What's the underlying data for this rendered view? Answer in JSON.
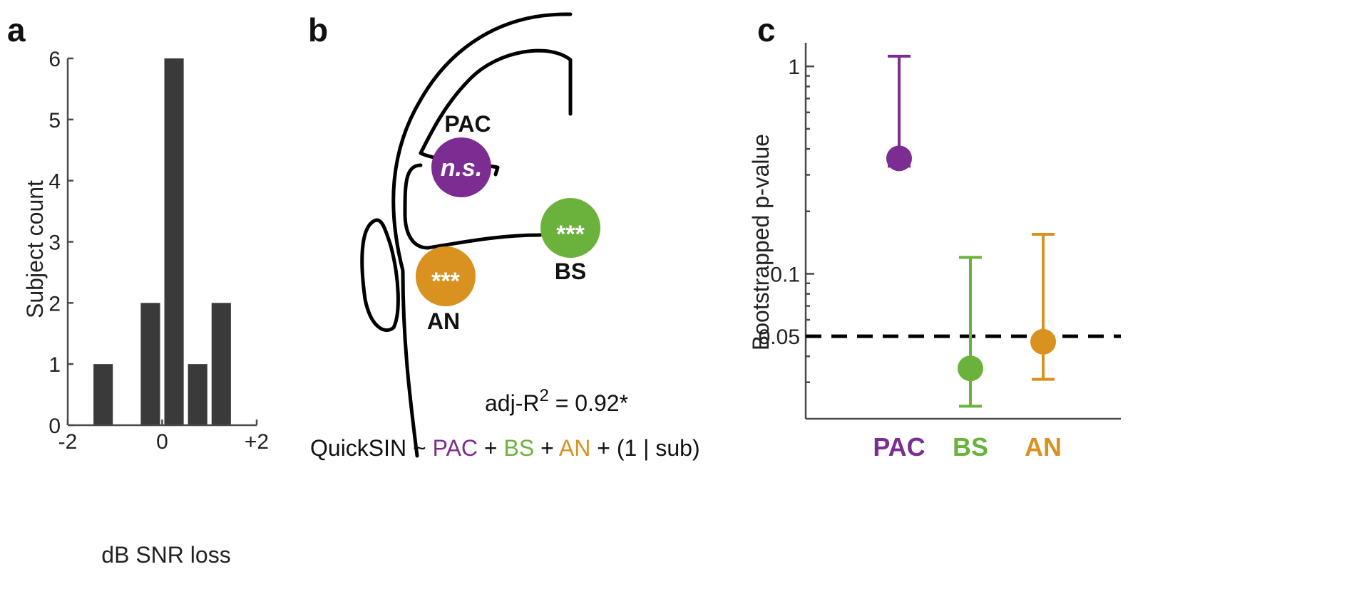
{
  "panels": {
    "a": "a",
    "b": "b",
    "c": "c"
  },
  "colors": {
    "PAC": "#7B2D91",
    "BS": "#6BB23C",
    "AN": "#D9911F",
    "bar": "#3a3a3a"
  },
  "chart_data": [
    {
      "type": "bar",
      "panel": "a",
      "xlabel": "dB SNR loss",
      "ylabel": "Subject count",
      "xlim": [
        -2,
        2
      ],
      "ylim": [
        0,
        6
      ],
      "x_tick_labels": [
        "-2",
        "0",
        "+2"
      ],
      "x_ticks": [
        -2,
        0,
        2
      ],
      "y_ticks": [
        0,
        1,
        2,
        3,
        4,
        5,
        6
      ],
      "bins": [
        {
          "center": -1.25,
          "value": 1
        },
        {
          "center": -0.75,
          "value": 0
        },
        {
          "center": -0.25,
          "value": 2
        },
        {
          "center": 0.25,
          "value": 6
        },
        {
          "center": 0.75,
          "value": 1
        },
        {
          "center": 1.25,
          "value": 2
        }
      ],
      "bin_width": 0.5
    },
    {
      "type": "scatter",
      "panel": "c",
      "ylabel": "Bootstrapped p-value",
      "yscale": "log",
      "ylim": [
        0.02,
        1.3
      ],
      "y_ticks": [
        0.05,
        0.1,
        1
      ],
      "y_tick_labels": [
        "0.05",
        "0.1",
        "1"
      ],
      "reference_line": 0.05,
      "categories": [
        "PAC",
        "BS",
        "AN"
      ],
      "points": [
        {
          "category": "PAC",
          "value": 0.36,
          "low": 0.33,
          "high": 1.12
        },
        {
          "category": "BS",
          "value": 0.035,
          "low": 0.023,
          "high": 0.12
        },
        {
          "category": "AN",
          "value": 0.047,
          "low": 0.031,
          "high": 0.155
        }
      ]
    }
  ],
  "diagram": {
    "regions": [
      {
        "key": "PAC",
        "label": "PAC",
        "circle_text": "n.s."
      },
      {
        "key": "BS",
        "label": "BS",
        "circle_text": "***"
      },
      {
        "key": "AN",
        "label": "AN",
        "circle_text": "***"
      }
    ],
    "formula": {
      "adj_prefix": "adj-R",
      "adj_sup": "2",
      "adj_suffix": " = 0.92*",
      "lhs": "QuickSIN ~ ",
      "terms": [
        "PAC",
        "BS",
        "AN"
      ],
      "plus": " + ",
      "random": "(1 | sub)"
    }
  }
}
